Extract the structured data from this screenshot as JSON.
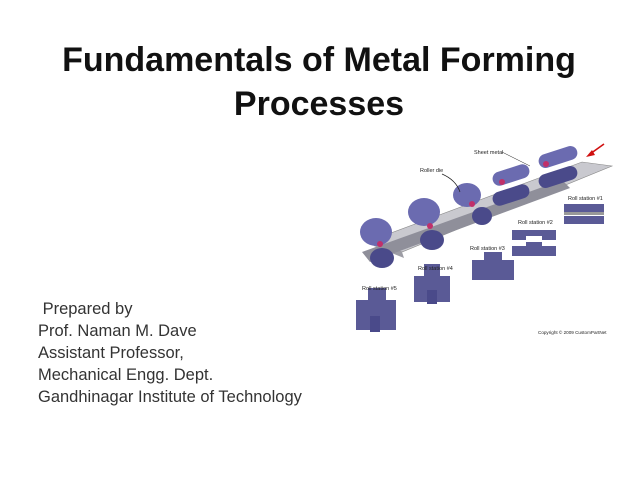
{
  "slide": {
    "title_line1": "Fundamentals of Metal Forming",
    "title_line2": "Processes"
  },
  "credits": {
    "lines": [
      " Prepared by",
      "Prof. Naman M. Dave",
      "Assistant Professor,",
      "Mechanical Engg. Dept.",
      "Gandhinagar Institute of Technology"
    ]
  },
  "figure": {
    "labels": {
      "sheet_metal": "Sheet metal",
      "roller_die": "Roller die",
      "station1": "Roll station #1",
      "station2": "Roll station #2",
      "station3": "Roll station #3",
      "station4": "Roll station #4",
      "station5": "Roll station #5",
      "copyright": "Copyright © 2009 CustomPartNet"
    },
    "colors": {
      "roller": "#6b6bb0",
      "roller_dark": "#4a4a8a",
      "frame": "#8f8f9a",
      "highlight": "#c0306a",
      "arrow": "#d01010"
    }
  }
}
